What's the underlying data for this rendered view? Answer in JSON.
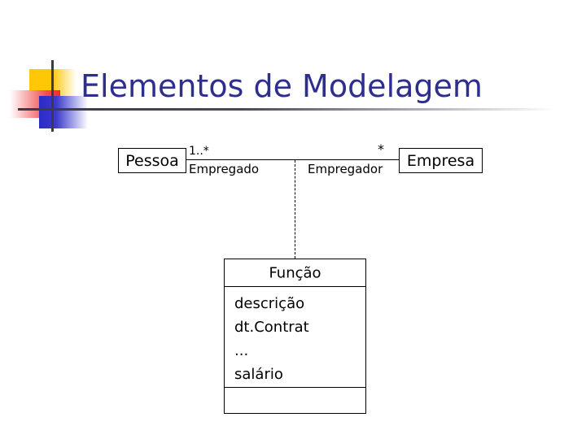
{
  "slide": {
    "title": "Elementos de Modelagem",
    "title_color": "#2E2E8F",
    "background_color": "#ffffff"
  },
  "logo": {
    "yellow_color": "#FFC707",
    "red_color": "#F22A2A",
    "blue_color": "#2B2BC6",
    "axis_color": "#3B3B47"
  },
  "diagram": {
    "type": "uml-class-diagram",
    "classes": [
      {
        "name": "Pessoa"
      },
      {
        "name": "Empresa"
      }
    ],
    "association": {
      "left_multiplicity": "1..*",
      "left_role": "Empregado",
      "right_multiplicity": "*",
      "right_role": "Empregador"
    },
    "association_class": {
      "name": "Função",
      "attributes": [
        "descrição",
        "dt.Contrat",
        "...",
        "salário"
      ],
      "operations": []
    }
  }
}
